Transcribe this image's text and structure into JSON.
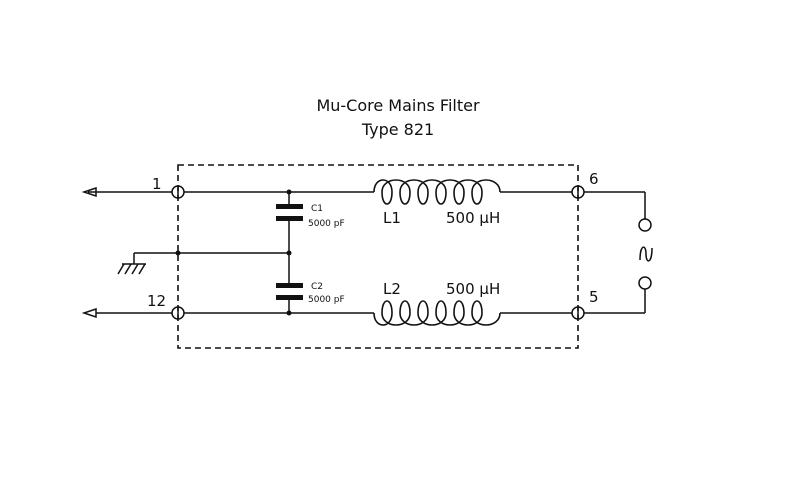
{
  "title": {
    "line1": "Mu-Core Mains Filter",
    "line2": "Type 821"
  },
  "pins": {
    "p1": "1",
    "p12": "12",
    "p6": "6",
    "p5": "5"
  },
  "capacitors": [
    {
      "ref": "C1",
      "value": "5000 pF"
    },
    {
      "ref": "C2",
      "value": "5000 pF"
    }
  ],
  "inductors": [
    {
      "ref": "L1",
      "value": "500 µH"
    },
    {
      "ref": "L2",
      "value": "500 µH"
    }
  ]
}
